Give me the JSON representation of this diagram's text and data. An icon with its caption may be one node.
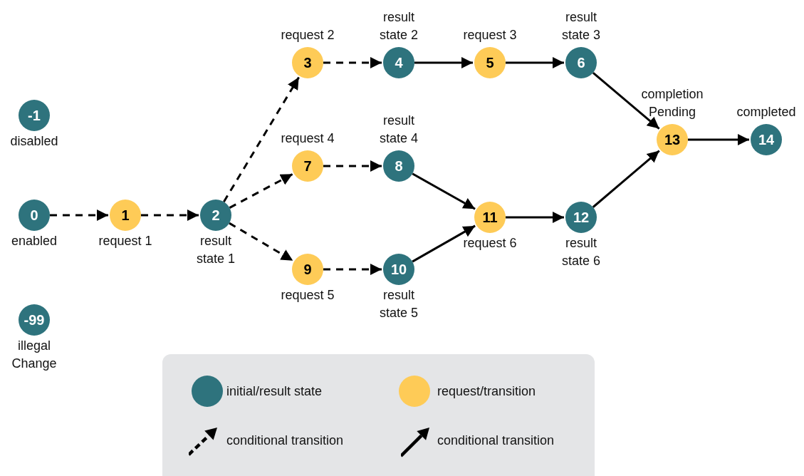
{
  "diagram": {
    "nodes": [
      {
        "text": [
          "-1"
        ],
        "beside": [
          "disabled"
        ]
      },
      {
        "text": [
          "0"
        ],
        "beside": [
          "enabled"
        ]
      },
      {
        "text": [
          "-99"
        ],
        "beside": [
          "illegal Change"
        ]
      },
      {
        "text": [
          "1"
        ],
        "beside": [
          "request 1"
        ]
      },
      {
        "text": [
          "2"
        ],
        "beside": [
          "result state 1"
        ]
      },
      {
        "text": [
          "3"
        ],
        "beside": [
          "request 2"
        ]
      },
      {
        "text": [
          "4"
        ],
        "beside": [
          "result state 2"
        ]
      },
      {
        "text": [
          "5"
        ],
        "beside": [
          "request 3"
        ]
      },
      {
        "text": [
          "6"
        ],
        "beside": [
          "result state 3"
        ]
      },
      {
        "text": [
          "7"
        ],
        "beside": [
          "request 4"
        ]
      },
      {
        "text": [
          "8"
        ],
        "beside": [
          "result state 4"
        ]
      },
      {
        "text": [
          "9"
        ],
        "beside": [
          "request 5"
        ]
      },
      {
        "text": [
          "10"
        ],
        "beside": [
          "result state 5"
        ]
      },
      {
        "text": [
          "11"
        ],
        "beside": [
          "request 6"
        ]
      },
      {
        "text": [
          "12"
        ],
        "beside": [
          "result state 6"
        ]
      },
      {
        "text": [
          "13"
        ],
        "beside": [
          "completion Pending"
        ]
      },
      {
        "text": [
          "14"
        ],
        "beside": [
          "completed"
        ]
      }
    ],
    "edges": [
      {
        "from": 1,
        "to": 3,
        "arrow": "to",
        "style": "dashed"
      },
      {
        "from": 3,
        "to": 4,
        "arrow": "to",
        "style": "dashed"
      },
      {
        "from": 4,
        "to": 5,
        "arrow": "to",
        "style": "dashed"
      },
      {
        "from": 4,
        "to": 9,
        "arrow": "to",
        "style": "dashed"
      },
      {
        "from": 4,
        "to": 11,
        "arrow": "to",
        "style": "dashed"
      },
      {
        "from": 5,
        "to": 6,
        "arrow": "to",
        "style": "dashed"
      },
      {
        "from": 9,
        "to": 10,
        "arrow": "to",
        "style": "dashed"
      },
      {
        "from": 11,
        "to": 12,
        "arrow": "to",
        "style": "dashed"
      },
      {
        "from": 6,
        "to": 7,
        "arrow": "to"
      },
      {
        "from": 7,
        "to": 8,
        "arrow": "to"
      },
      {
        "from": 8,
        "to": 15,
        "arrow": "to"
      },
      {
        "from": 10,
        "to": 13,
        "arrow": "to"
      },
      {
        "from": 12,
        "to": 13,
        "arrow": "to"
      },
      {
        "from": 13,
        "to": 14,
        "arrow": "to"
      },
      {
        "from": 14,
        "to": 15,
        "arrow": "to"
      },
      {
        "from": 15,
        "to": 16,
        "arrow": "to"
      }
    ],
    "legend": [
      {
        "text": "initial/result state",
        "color": "#2e737d"
      },
      {
        "text": "request/transition",
        "color": "#fecb57"
      },
      {
        "text": "conditional transition"
      },
      {
        "text": "conditional transition"
      }
    ]
  }
}
